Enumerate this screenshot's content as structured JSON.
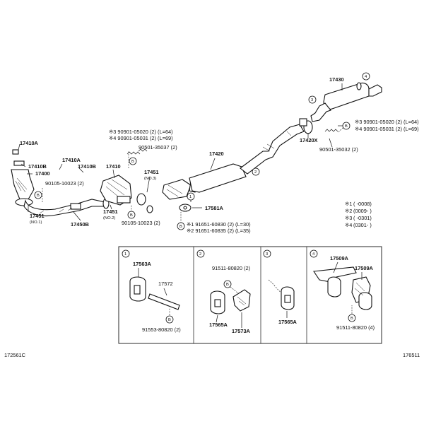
{
  "parts": {
    "p17410A_top": "17410A",
    "p17410B_left": "17410B",
    "p17400": "17400",
    "p17410A_mid": "17410A",
    "p17410B_mid": "17410B",
    "p17410": "17410",
    "p17451_left": "17451",
    "p17451_left_note": "(NO.1)",
    "p17450B": "17450B",
    "p17451_mid": "17451",
    "p17451_mid_note": "(NO.2)",
    "p17451_n3": "17451",
    "p17451_n3_note": "(NO.3)",
    "p17420": "17420",
    "p17581A": "17581A",
    "p17430": "17430",
    "p17420X": "17420X",
    "r90105_10023_a": "90105-10023 (2)",
    "r90105_10023_b": "90105-10023 (2)",
    "r90501_35037": "90501-35037 (2)",
    "r90501_35032": "90501-35032 (2)",
    "r3_90901_05020": "※3 90901-05020 (2) (L=64)",
    "r4_90901_05031": "※4 90901-05031 (2) (L=69)",
    "r3_90901_05020_right": "※3 90901-05020 (2) (L=64)",
    "r4_90901_05031_right": "※4 90901-05031 (2) (L=69)",
    "r1_91651_60830": "※1 91651-60830 (2) (L=30)",
    "r2_91651_60835": "※2 91651-60835 (2) (L=35)"
  },
  "legend": [
    {
      "mark": "※1",
      "range": "(     -0008)"
    },
    {
      "mark": "※2",
      "range": "(0009-     )"
    },
    {
      "mark": "※3",
      "range": "(     -0301)"
    },
    {
      "mark": "※4",
      "range": "(0301-     )"
    }
  ],
  "callouts": {
    "c1": "1",
    "c2": "2",
    "c3": "3",
    "c4": "4",
    "bolt": "B"
  },
  "details": {
    "d1_17563A": "17563A",
    "d1_17572": "17572",
    "d1_91553": "91553-80820 (2)",
    "d2_91511": "91511-80820 (2)",
    "d2_17565A": "17565A",
    "d2_17573A": "17573A",
    "d3_17565A": "17565A",
    "d4_17509A_a": "17509A",
    "d4_17509A_b": "17509A",
    "d4_91511": "91511-80820 (4)"
  },
  "codes": {
    "left": "172561C",
    "right": "176511"
  }
}
